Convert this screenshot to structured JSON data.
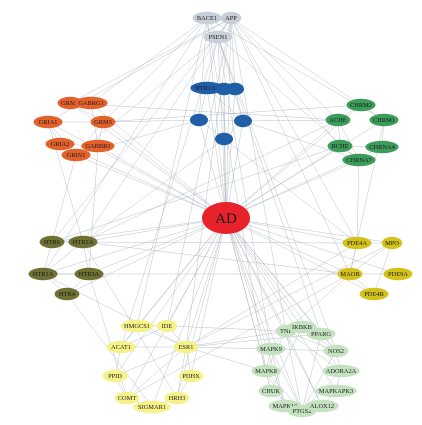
{
  "center": {
    "label": "AD",
    "color": "#e8222a"
  },
  "groups": {
    "gray": {
      "color": "#c8cfd8"
    },
    "blue": {
      "color": "#1f5fa8"
    },
    "orange": {
      "color": "#e3622c"
    },
    "green": {
      "color": "#3c9c5a"
    },
    "olive": {
      "color": "#6f7034"
    },
    "gold": {
      "color": "#d3c21a"
    },
    "pale": {
      "color": "#f5f28a"
    },
    "mint": {
      "color": "#c4e2c0"
    }
  },
  "nodes": [
    {
      "id": "BACE1",
      "label": "BACE1",
      "group": "gray"
    },
    {
      "id": "APP",
      "label": "APP",
      "group": "gray"
    },
    {
      "id": "PSEN1",
      "label": "PSEN1",
      "group": "gray"
    },
    {
      "id": "HTR1A_top",
      "label": "HTR1A1",
      "group": "blue"
    },
    {
      "id": "B2",
      "label": "",
      "group": "blue"
    },
    {
      "id": "B3",
      "label": "",
      "group": "blue"
    },
    {
      "id": "B4",
      "label": "",
      "group": "blue"
    },
    {
      "id": "B5",
      "label": "",
      "group": "blue"
    },
    {
      "id": "B6",
      "label": "",
      "group": "blue"
    },
    {
      "id": "GRM2",
      "label": "GRM2",
      "group": "orange"
    },
    {
      "id": "GABRG1",
      "label": "GABRG1",
      "group": "orange"
    },
    {
      "id": "GRIA1",
      "label": "GRIA1",
      "group": "orange"
    },
    {
      "id": "GRM3",
      "label": "GRM3",
      "group": "orange"
    },
    {
      "id": "GRIA2",
      "label": "GRIA2",
      "group": "orange"
    },
    {
      "id": "GABBR1",
      "label": "GABBR1",
      "group": "orange"
    },
    {
      "id": "GRIN1",
      "label": "GRIN1",
      "group": "orange"
    },
    {
      "id": "CHRM2",
      "label": "CHRM2",
      "group": "green"
    },
    {
      "id": "ACHE",
      "label": "ACHE",
      "group": "green"
    },
    {
      "id": "CHRM1",
      "label": "CHRM1",
      "group": "green"
    },
    {
      "id": "BCHE",
      "label": "BCHE",
      "group": "green"
    },
    {
      "id": "CHRNA4",
      "label": "CHRNA4",
      "group": "green"
    },
    {
      "id": "CHRNA7",
      "label": "CHRNA7",
      "group": "green"
    },
    {
      "id": "HTR6",
      "label": "HTR6",
      "group": "olive"
    },
    {
      "id": "HTR2A",
      "label": "HTR2A",
      "group": "olive"
    },
    {
      "id": "HTR1A",
      "label": "HTR1A",
      "group": "olive"
    },
    {
      "id": "HTR3A",
      "label": "HTR3A",
      "group": "olive"
    },
    {
      "id": "HTR4",
      "label": "HTR4",
      "group": "olive"
    },
    {
      "id": "PDE4A",
      "label": "PDE4A",
      "group": "gold"
    },
    {
      "id": "MPO",
      "label": "MPO",
      "group": "gold"
    },
    {
      "id": "MAOB",
      "label": "MAOB",
      "group": "gold"
    },
    {
      "id": "PDE9A",
      "label": "PDE9A",
      "group": "gold"
    },
    {
      "id": "PDE4B",
      "label": "PDE4B",
      "group": "gold"
    },
    {
      "id": "HMGCS1",
      "label": "HMGCS1",
      "group": "pale"
    },
    {
      "id": "IDE",
      "label": "IDE",
      "group": "pale"
    },
    {
      "id": "ACAT1",
      "label": "ACAT1",
      "group": "pale"
    },
    {
      "id": "ESR1",
      "label": "ESR1",
      "group": "pale"
    },
    {
      "id": "PPID",
      "label": "PPID",
      "group": "pale"
    },
    {
      "id": "PDHX",
      "label": "PDHX",
      "group": "pale"
    },
    {
      "id": "COMT",
      "label": "COMT",
      "group": "pale"
    },
    {
      "id": "HRH3",
      "label": "HRH3",
      "group": "pale"
    },
    {
      "id": "SIGMAR1",
      "label": "SIGMAR1",
      "group": "pale"
    },
    {
      "id": "TNF",
      "label": "TNF",
      "group": "mint"
    },
    {
      "id": "IKBKB",
      "label": "IKBKB",
      "group": "mint"
    },
    {
      "id": "PPARG",
      "label": "PPARG",
      "group": "mint"
    },
    {
      "id": "MAPK9",
      "label": "MAPK9",
      "group": "mint"
    },
    {
      "id": "NOS2",
      "label": "NOS2",
      "group": "mint"
    },
    {
      "id": "MAPK8",
      "label": "MAPK8",
      "group": "mint"
    },
    {
      "id": "ADORA2A",
      "label": "ADORA2A",
      "group": "mint"
    },
    {
      "id": "MAPKAPK3",
      "label": "MAPKAPK3",
      "group": "mint"
    },
    {
      "id": "CHUK",
      "label": "CHUK",
      "group": "mint"
    },
    {
      "id": "MAPK10",
      "label": "MAPK10",
      "group": "mint"
    },
    {
      "id": "PTGS2",
      "label": "PTGS2",
      "group": "mint"
    },
    {
      "id": "ALOX12",
      "label": "ALOX12",
      "group": "mint"
    }
  ]
}
